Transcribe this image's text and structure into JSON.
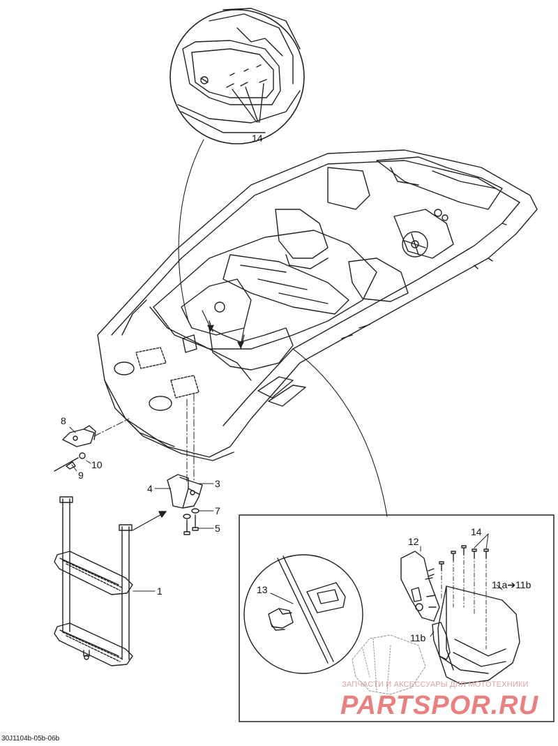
{
  "diagram": {
    "code": "30J1104b-05b-06b",
    "callouts": {
      "c1": "1",
      "c3": "3",
      "c4": "4",
      "c5": "5",
      "c7": "7",
      "c8": "8",
      "c9": "9",
      "c10": "10",
      "c12": "12",
      "c13": "13",
      "c14_top": "14",
      "c14_inset": "14",
      "c11a": "11a➔11b",
      "c11b": "11b"
    }
  },
  "watermark": {
    "line1": "ЗАПЧАСТИ И АКСЕССУАРЫ ДЛЯ МОТОТЕХНИКИ",
    "line2": "PARTSPOR.RU"
  },
  "colors": {
    "line": "#222222",
    "watermark": "#e56b6b"
  }
}
